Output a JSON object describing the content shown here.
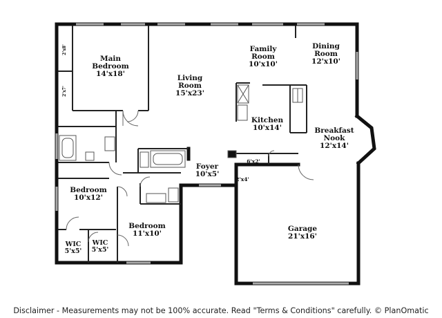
{
  "rooms": {
    "main_bedroom": {
      "name": [
        "Main",
        "Bedroom"
      ],
      "dim": "14'x18'"
    },
    "living_room": {
      "name": [
        "Living",
        "Room"
      ],
      "dim": "15'x23'"
    },
    "family_room": {
      "name": [
        "Family",
        "Room"
      ],
      "dim": "10'x10'"
    },
    "dining_room": {
      "name": [
        "Dining",
        "Room"
      ],
      "dim": "12'x10'"
    },
    "kitchen": {
      "name": [
        "Kitchen"
      ],
      "dim": "10'x14'"
    },
    "breakfast_nook": {
      "name": [
        "Breakfast",
        "Nook"
      ],
      "dim": "12'x14'"
    },
    "foyer": {
      "name": [
        "Foyer"
      ],
      "dim": "10'x5'"
    },
    "bedroom_left": {
      "name": [
        "Bedroom"
      ],
      "dim": "10'x12'"
    },
    "bedroom_right": {
      "name": [
        "Bedroom"
      ],
      "dim": "11'x10'"
    },
    "garage": {
      "name": [
        "Garage"
      ],
      "dim": "21'x16'"
    },
    "wic_1": {
      "name": [
        "WIC"
      ],
      "dim": "5'x5'"
    },
    "wic_2": {
      "name": [
        "WIC"
      ],
      "dim": "5'x5'"
    },
    "closet_a": {
      "dim": "2'x8'"
    },
    "closet_b": {
      "dim": "2'x7'"
    },
    "pantry": {
      "dim": "6'x2'"
    },
    "closet_c": {
      "dim": "2'x4'"
    }
  },
  "disclaimer": "Disclaimer - Measurements may not be 100% accurate. Read \"Terms & Conditions\" carefully. © PlanOmatic"
}
